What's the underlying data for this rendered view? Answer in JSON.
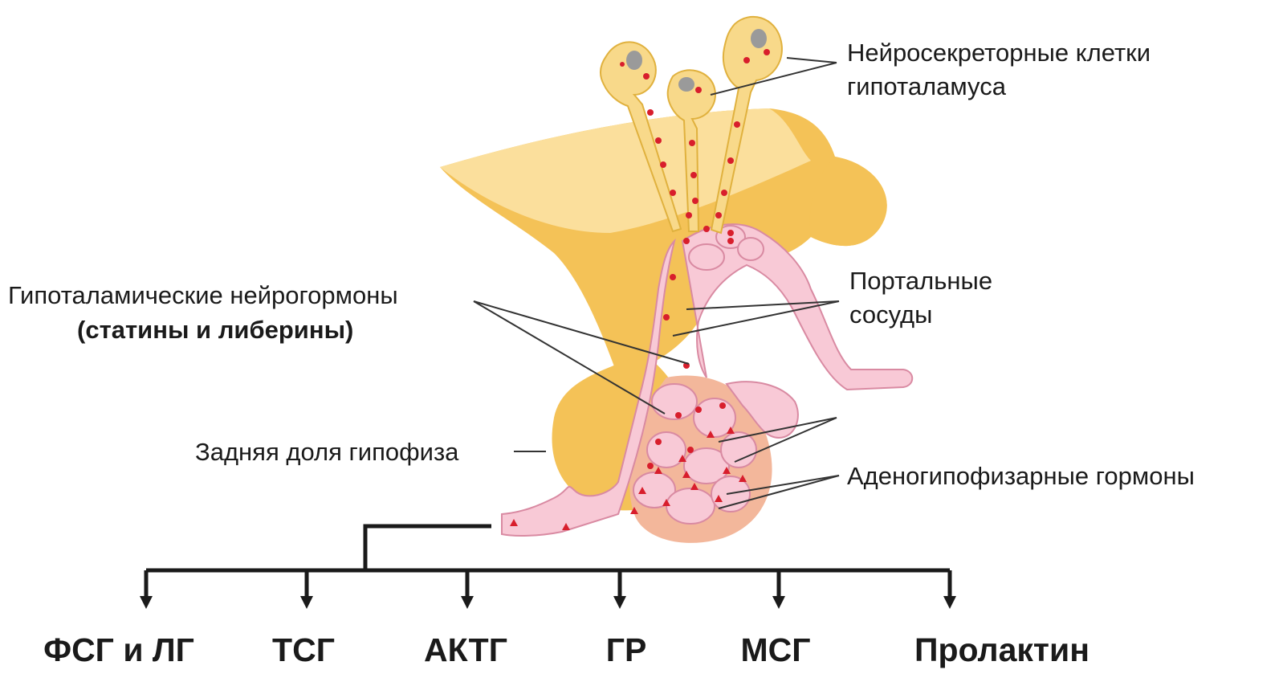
{
  "labels": {
    "neurosecretory_line1": "Нейросекреторные клетки",
    "neurosecretory_line2": "гипоталамуса",
    "portal_line1": "Портальные",
    "portal_line2": "сосуды",
    "neurohormones_line1": "Гипоталамические нейрогормоны",
    "neurohormones_line2": "(статины и либерины)",
    "posterior_lobe": "Задняя доля гипофиза",
    "adeno_hormones": "Аденогипофизарные гормоны"
  },
  "hormones": [
    "ФСГ и ЛГ",
    "ТСГ",
    "АКТГ",
    "ГР",
    "МСГ",
    "Пролактин"
  ],
  "colors": {
    "tissue_dark": "#f4c257",
    "tissue_light": "#fbdf9c",
    "vessel": "#f8c9d6",
    "vessel_stroke": "#d98aa2",
    "anterior_lobe": "#f3b79b",
    "hormone_dot": "#d81e2c",
    "line": "#1a1a1a"
  }
}
